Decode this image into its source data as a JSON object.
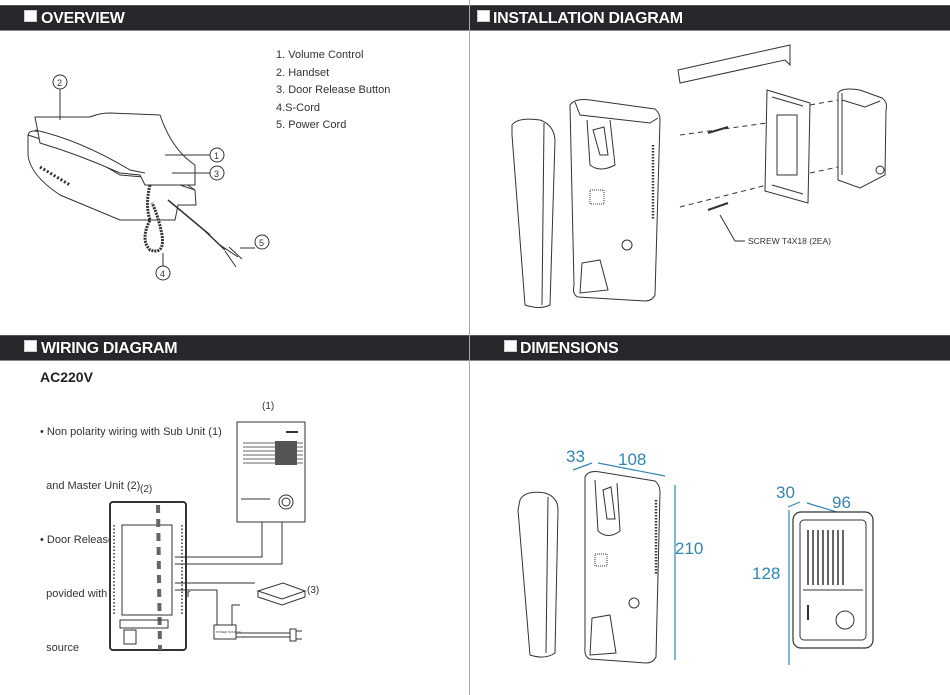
{
  "sections": {
    "overview": {
      "title": "OVERVIEW",
      "parts": [
        "1. Volume Control",
        "2. Handset",
        "3. Door Release Button",
        "4.S-Cord",
        "5. Power Cord"
      ],
      "callouts": [
        "1",
        "2",
        "3",
        "4",
        "5"
      ]
    },
    "installation": {
      "title": "INSTALLATION DIAGRAM",
      "screw_label": "SCREW T4X18 (2EA)"
    },
    "wiring": {
      "title": "WIRING DIAGRAM",
      "voltage": "AC220V",
      "notes": [
        "• Non polarity wiring with Sub Unit (1)",
        "  and Master Unit (2)",
        "• Door Release (3) should be",
        "  povided with additional power",
        "  source"
      ],
      "labels": {
        "sub_unit": "(1)",
        "master_unit": "(2)",
        "door_release": "(3)",
        "power_source": "POWER SOURCE"
      }
    },
    "dimensions": {
      "title": "DIMENSIONS",
      "master": {
        "depth": "33",
        "width": "108",
        "height": "210"
      },
      "sub": {
        "depth": "30",
        "width": "96",
        "height": "128"
      }
    }
  },
  "colors": {
    "header_bg": "#27272c",
    "dimension_blue": "#2f86b3"
  }
}
